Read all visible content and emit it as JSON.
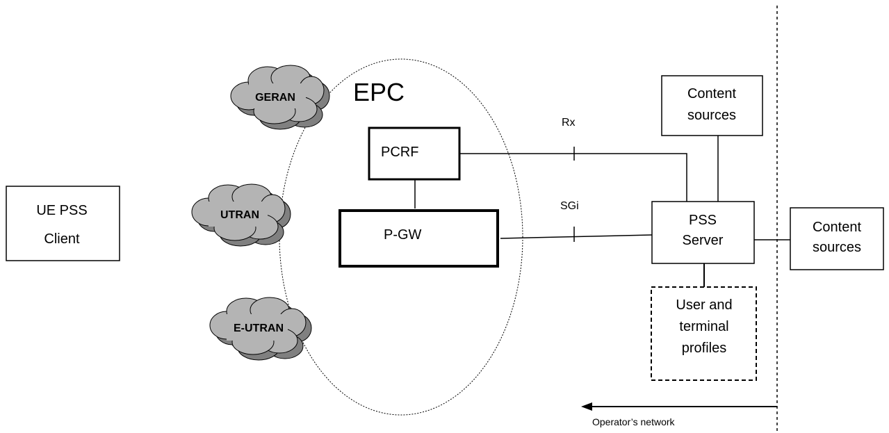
{
  "nodes": {
    "ue_client": {
      "line1": "UE  PSS",
      "line2": "Client"
    },
    "epc": {
      "label": "EPC"
    },
    "pcrf": {
      "label": "PCRF"
    },
    "pgw": {
      "label": "P-GW"
    },
    "pss_server": {
      "line1": "PSS",
      "line2": "Server"
    },
    "content_sources_top": {
      "line1": "Content",
      "line2": "sources"
    },
    "content_sources_right": {
      "line1": "Content",
      "line2": "sources"
    },
    "profiles": {
      "line1": "User and",
      "line2": "terminal",
      "line3": "profiles"
    }
  },
  "clouds": {
    "geran": "GERAN",
    "utran": "UTRAN",
    "eutran": "E-UTRAN"
  },
  "interfaces": {
    "rx": "Rx",
    "sgi": "SGi"
  },
  "boundary": {
    "operator_network": "Operator’s network"
  }
}
